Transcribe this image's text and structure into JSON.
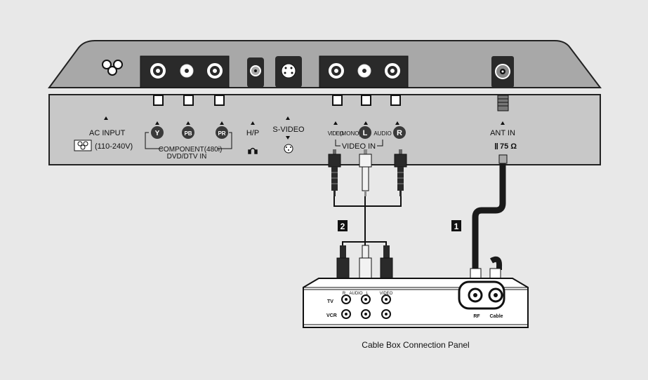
{
  "tv_panel": {
    "ac_input_label": "AC INPUT",
    "ac_input_voltage": "(110-240V)",
    "component_y": "Y",
    "component_pb": "PB",
    "component_pr": "PR",
    "component_label": "COMPONENT(480i)",
    "dvd_dtv_label": "DVD/DTV IN",
    "hp_label": "H/P",
    "svideo_label": "S-VIDEO",
    "video_label": "VIDEO",
    "mono_label": "(MONO)",
    "audio_l": "L",
    "audio_label": "AUDIO",
    "audio_r": "R",
    "video_in_label": "VIDEO IN",
    "ant_in_label": "ANT IN",
    "ant_ohm_label": "75 Ω"
  },
  "callouts": {
    "step1": "1",
    "step2": "2"
  },
  "cable_box": {
    "tv_label": "TV",
    "vcr_label": "VCR",
    "audio_r": "R",
    "audio_label": "AUDIO",
    "audio_l": "L",
    "video_label": "VIDEO",
    "rf_label": "RF",
    "cable_label": "Cable",
    "caption": "Cable Box Connection Panel"
  },
  "colors": {
    "background": "#e8e8e8",
    "tv_back": "#a8a8a8",
    "tv_strip": "#c8c8c8",
    "jack_panel": "#2a2a2a",
    "cable_dark": "#1a1a1a",
    "cable_light": "#cccccc"
  },
  "icons": [
    "power-socket-icon",
    "headphone-icon",
    "svideo-icon"
  ]
}
